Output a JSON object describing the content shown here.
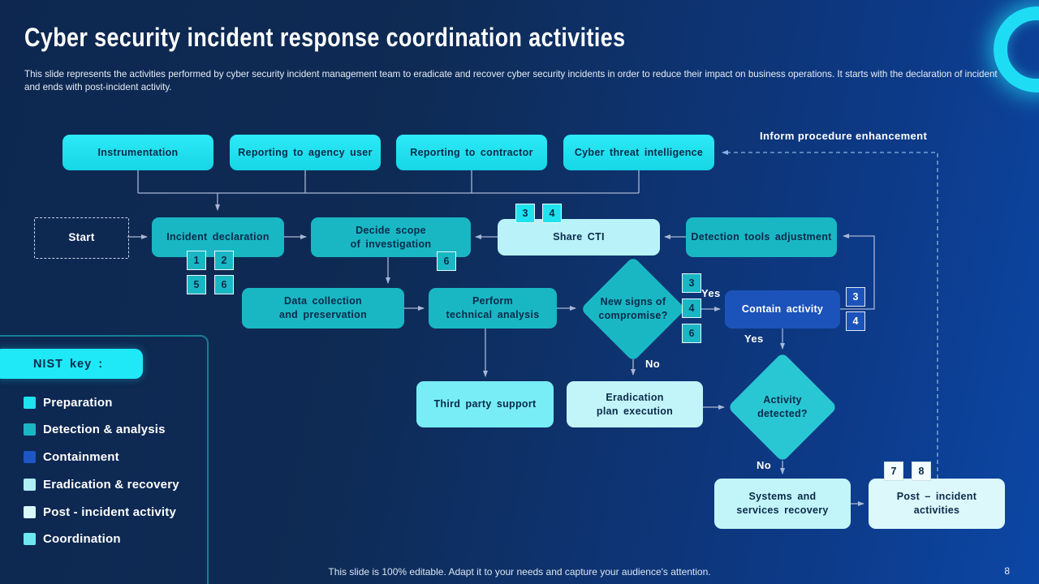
{
  "slide": {
    "title": "Cyber security incident response coordination activities",
    "subtitle": "This slide represents the activities performed by cyber security incident management team to eradicate and recover cyber security incidents in order to reduce their impact on business operations. It starts with the declaration of incident and ends with post-incident activity.",
    "footer": "This slide is 100% editable. Adapt it to your needs and capture your audience's attention.",
    "page_number": "8"
  },
  "nodes": {
    "instrumentation": "Instrumentation",
    "reporting_agency": "Reporting to agency user",
    "reporting_contractor": "Reporting to contractor",
    "cyber_threat_intel": "Cyber threat intelligence",
    "start": "Start",
    "incident_declaration": "Incident declaration",
    "decide_scope": "Decide scope\nof investigation",
    "share_cti": "Share CTI",
    "detection_tools": "Detection tools adjustment",
    "data_collection": "Data collection\nand preservation",
    "technical_analysis": "Perform\ntechnical analysis",
    "new_signs": "New signs of\ncompromise?",
    "contain_activity": "Contain activity",
    "third_party": "Third party support",
    "eradication_plan": "Eradication\nplan execution",
    "activity_detected": "Activity\ndetected?",
    "systems_recovery": "Systems and\nservices recovery",
    "post_incident": "Post – incident\nactivities"
  },
  "edge_labels": {
    "inform": "Inform procedure enhancement",
    "yes_contain": "Yes",
    "yes_detect": "Yes",
    "no_eradication": "No",
    "no_recovery": "No"
  },
  "badges": {
    "incident_declaration": [
      "1",
      "2",
      "5",
      "6"
    ],
    "decide_scope": [
      "6"
    ],
    "share_cti": [
      "3",
      "4"
    ],
    "new_signs": [
      "3",
      "4",
      "6"
    ],
    "contain_activity": [
      "3",
      "4"
    ],
    "post_incident": [
      "7",
      "8"
    ]
  },
  "legend": {
    "title": "NIST key :",
    "items": [
      {
        "label": "Preparation",
        "color": "#1fe2ef"
      },
      {
        "label": "Detection & analysis",
        "color": "#19b7c4"
      },
      {
        "label": "Containment",
        "color": "#1e56c4"
      },
      {
        "label": "Eradication & recovery",
        "color": "#aeeff5"
      },
      {
        "label": "Post - incident activity",
        "color": "#d9f8fb"
      },
      {
        "label": "Coordination",
        "color": "#6fe7f1"
      }
    ]
  },
  "colors": {
    "background_left": "#0e2a52",
    "background_right": "#0c47a5",
    "accent_cyan": "#1fdcf5",
    "connector": "#a9b6d4",
    "dashed_connector": "#86b4e4"
  }
}
